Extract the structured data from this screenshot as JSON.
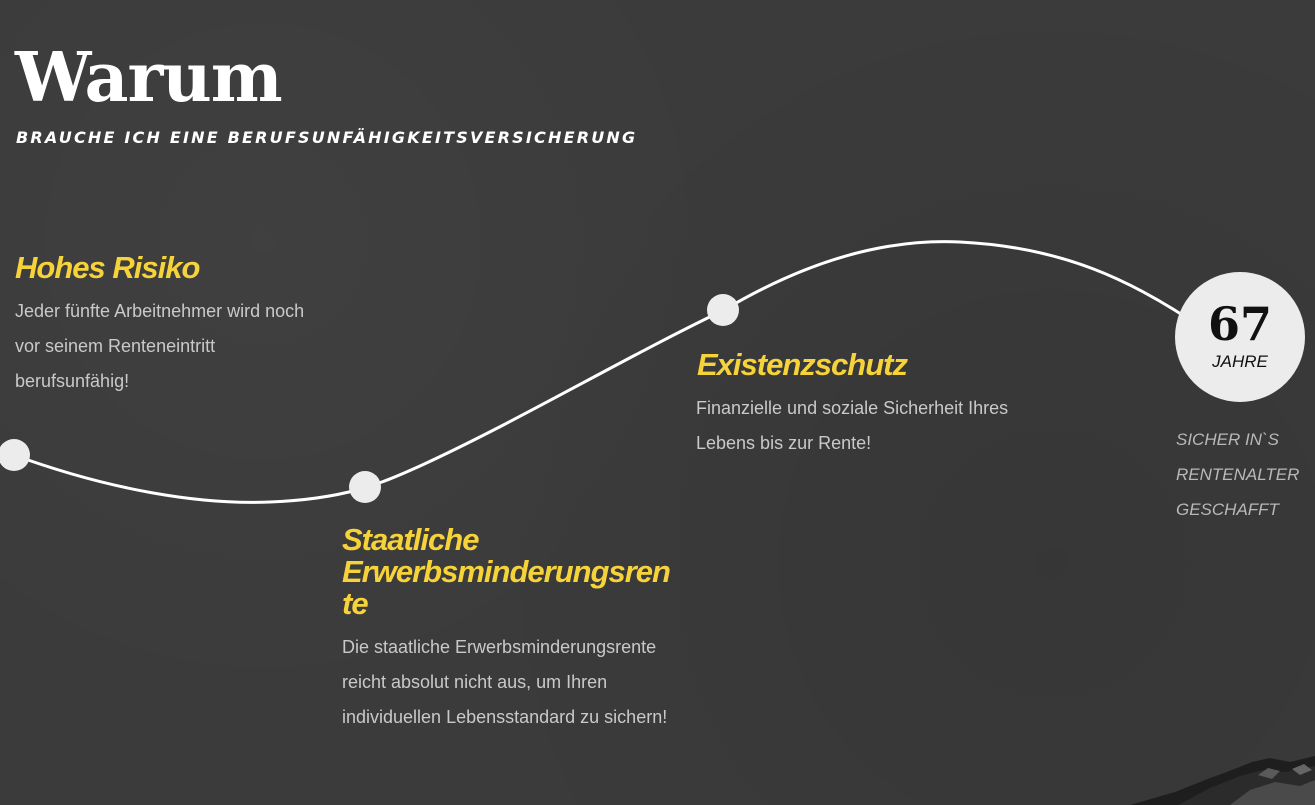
{
  "header": {
    "title": "Warum",
    "subtitle": "BRAUCHE ICH EINE BERUFSUNFÄHIGKEITSVERSICHERUNG"
  },
  "timeline": [
    {
      "title": "Hohes Risiko",
      "text_lines": [
        "Jeder fünfte Arbeitnehmer wird noch",
        "vor seinem Renteneintritt",
        "berufsunfähig!"
      ]
    },
    {
      "title_lines": [
        "Staatliche",
        "Erwerbsminderungsren",
        "te"
      ],
      "text_lines": [
        "Die staatliche Erwerbsminderungsrente",
        "reicht absolut nicht aus, um Ihren",
        "individuellen Lebensstandard zu sichern!"
      ]
    },
    {
      "title": "Existenzschutz",
      "text_lines": [
        "Finanzielle und soziale Sicherheit Ihres",
        "Lebens bis zur Rente!"
      ]
    }
  ],
  "goal": {
    "number": "67",
    "unit": "JAHRE",
    "text_lines": [
      "SICHER IN`S",
      "RENTENALTER",
      "GESCHAFFT"
    ]
  },
  "colors": {
    "background": "#3b3b3b",
    "accent": "#f7d33a",
    "text": "#c9c9c9",
    "title": "#ffffff",
    "dot": "#ececec"
  }
}
